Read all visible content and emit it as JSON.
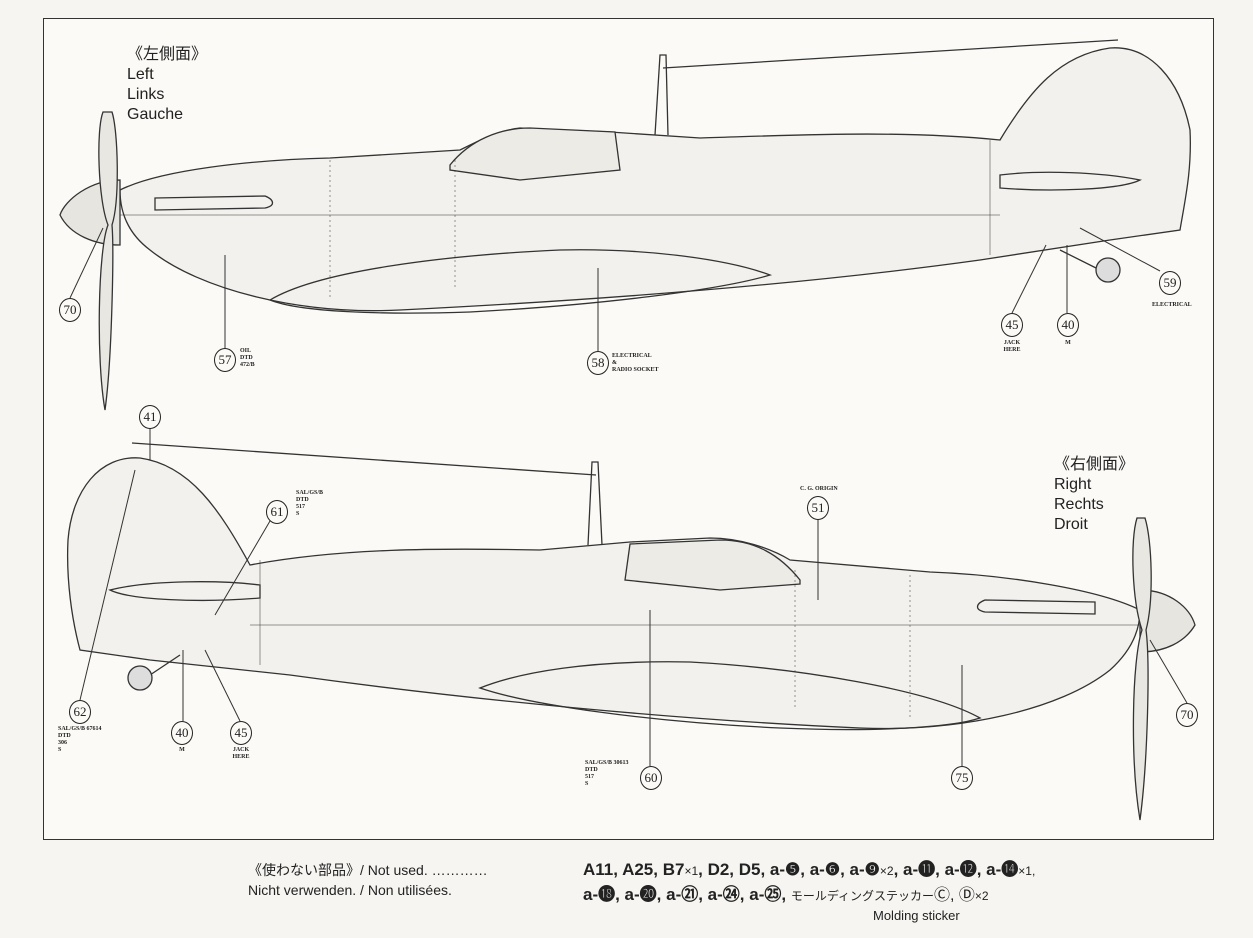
{
  "left_view": {
    "title_jp": "《左側面》",
    "lines": [
      "Left",
      "Links",
      "Gauche"
    ],
    "callouts": [
      {
        "num": "70",
        "note": ""
      },
      {
        "num": "57",
        "note": "OIL\nDTD\n472/B"
      },
      {
        "num": "58",
        "note": "ELECTRICAL\n&\nRADIO SOCKET"
      },
      {
        "num": "45",
        "note": "JACK\nHERE"
      },
      {
        "num": "40",
        "note": "M"
      },
      {
        "num": "59",
        "note": "ELECTRICAL"
      }
    ]
  },
  "right_view": {
    "title_jp": "《右側面》",
    "lines": [
      "Right",
      "Rechts",
      "Droit"
    ],
    "callouts": [
      {
        "num": "41",
        "note": ""
      },
      {
        "num": "61",
        "note": "SAL/GS/B\nDTD\n517\nS"
      },
      {
        "num": "51",
        "note": "C. G. ORIGIN"
      },
      {
        "num": "62",
        "note": "SAL/GS/B 67614\nDTD\n306\nS"
      },
      {
        "num": "40",
        "note": "M"
      },
      {
        "num": "45",
        "note": "JACK\nHERE"
      },
      {
        "num": "60",
        "note": "SAL/GS/B 30613\nDTD\n517\nS"
      },
      {
        "num": "75",
        "note": ""
      },
      {
        "num": "70",
        "note": ""
      }
    ]
  },
  "footer": {
    "not_used_jp": "《使わない部品》/ Not used. …………",
    "not_used_de_fr": "Nicht verwenden. / Non utilisées.",
    "parts_line1": "A11, A25, B7",
    "parts_x1a": "×1",
    "parts_line1b": ", D2, D5, a-❺, a-❻, a-❾",
    "parts_x2a": "×2",
    "parts_line1c": ", a-⓫, a-⓬, a-⓮",
    "parts_x1b": "×1,",
    "parts_line2": "a-⓲, a-⓴, a-㉑, a-㉔, a-㉕,",
    "sticker_jp": "モールディングステッカー",
    "sticker_cd": "Ⓒ, Ⓓ",
    "parts_x2b": "×2",
    "sticker_en": "Molding sticker"
  }
}
